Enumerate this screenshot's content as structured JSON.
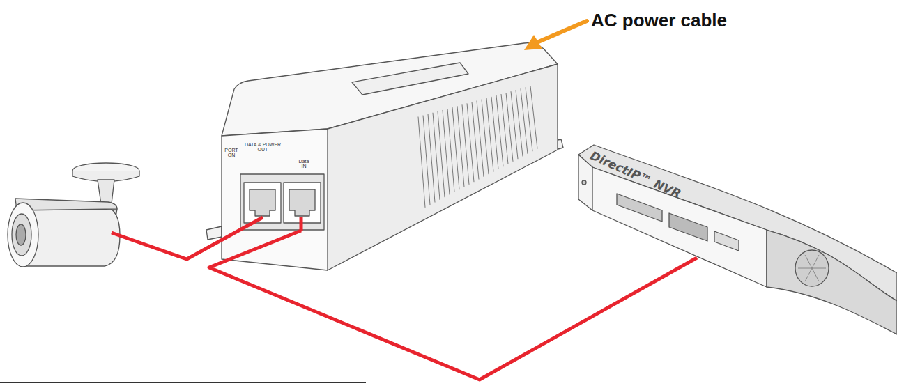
{
  "diagram": {
    "nodes": [
      {
        "text": [
          "PORT ON",
          "DATA & POWER OUT",
          "Data IN"
        ]
      },
      {
        "text": [
          "DirectIP™ NVR"
        ]
      }
    ],
    "edges": [
      {
        "from": 0,
        "to": 1,
        "arrow": "none"
      }
    ],
    "labels": [
      "AC power cable"
    ]
  }
}
